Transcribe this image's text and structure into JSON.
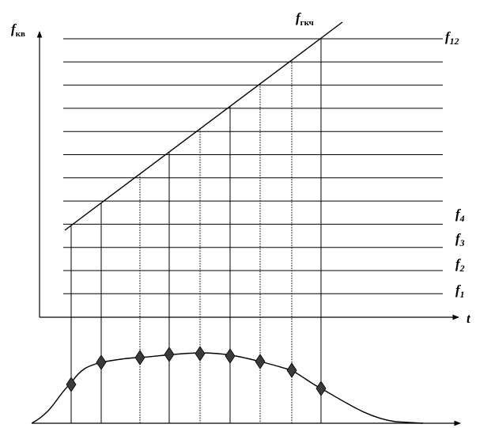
{
  "labels": {
    "y_axis_main": "f",
    "y_axis_sub": "кв",
    "sweep_main": "f",
    "sweep_sub": "гкч",
    "x_axis": "t",
    "f12_main": "f",
    "f12_sub": "12",
    "f4_main": "f",
    "f4_sub": "4",
    "f3_main": "f",
    "f3_sub": "3",
    "f2_main": "f",
    "f2_sub": "2",
    "f1_main": "f",
    "f1_sub": "1"
  },
  "diagram": {
    "horizontal_lines": 12,
    "dotted_vertical_indices": [
      2,
      4,
      6,
      7
    ],
    "markers": 9
  },
  "colors": {
    "stroke": "#000000",
    "marker": "#3a3a3a",
    "background": "#ffffff"
  }
}
